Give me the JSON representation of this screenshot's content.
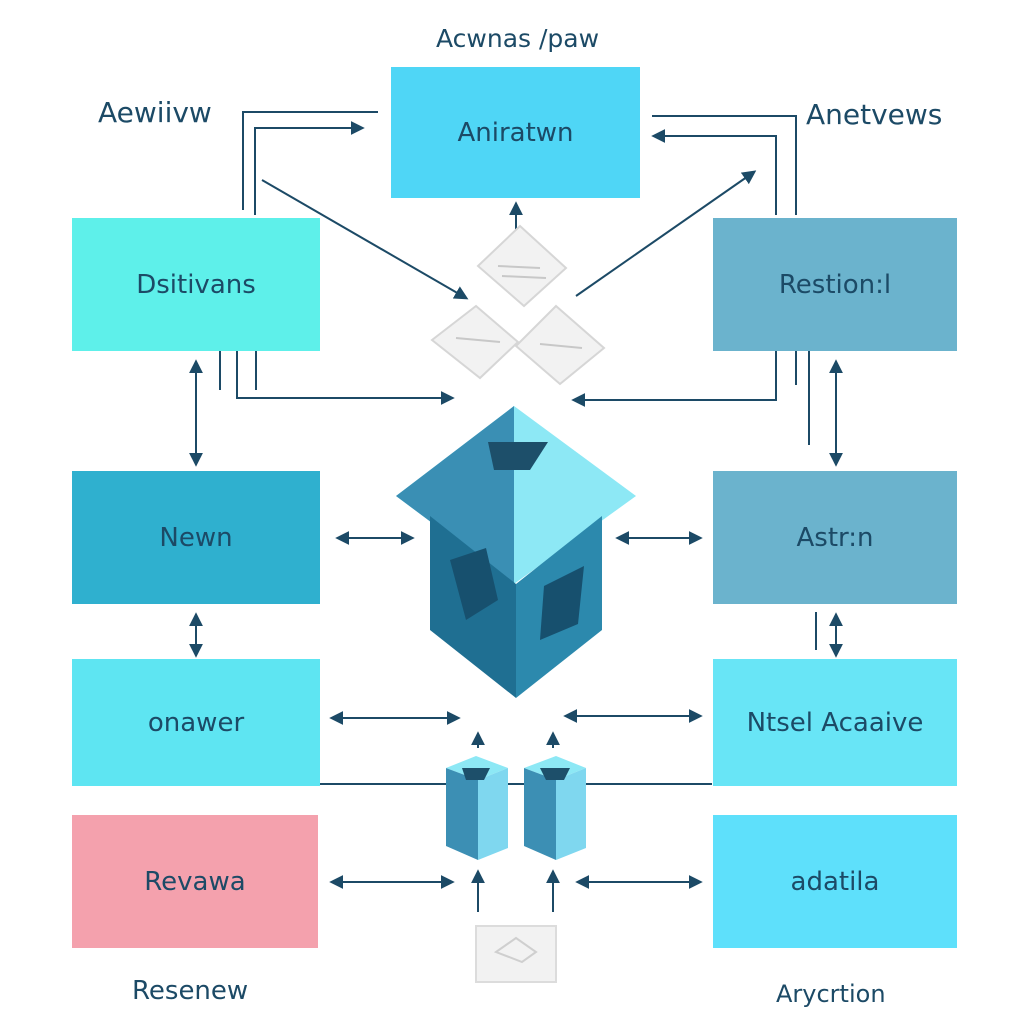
{
  "diagram": {
    "top_label": "Acwnas /paw",
    "left_label": "Aewiivw",
    "right_label": "Anetvews",
    "bottom_left_label": "Resenew",
    "bottom_right_label": "Arycrtion",
    "nodes": {
      "top": {
        "label": "Aniratwn",
        "color": "#4fd6f6"
      },
      "left_1": {
        "label": "Dsitivans",
        "color": "#5ef0ea"
      },
      "left_2": {
        "label": "Newn",
        "color": "#2fb0cf"
      },
      "left_3": {
        "label": "onawer",
        "color": "#5ee5f2"
      },
      "left_4": {
        "label": "Revawa",
        "color": "#f4a1ad"
      },
      "right_1": {
        "label": "Restion:l",
        "color": "#6bb3cd"
      },
      "right_2": {
        "label": "Astr:n",
        "color": "#6bb3cd"
      },
      "right_3": {
        "label": "Ntsel Acaaive",
        "color": "#68e5f6"
      },
      "right_4": {
        "label": "adatila",
        "color": "#5ee0fb"
      }
    },
    "center_icon": "isometric-box-icon",
    "small_icons": [
      "small-cube-icon",
      "small-cube-icon",
      "placeholder-image-icon",
      "paper-stack-icon"
    ]
  }
}
